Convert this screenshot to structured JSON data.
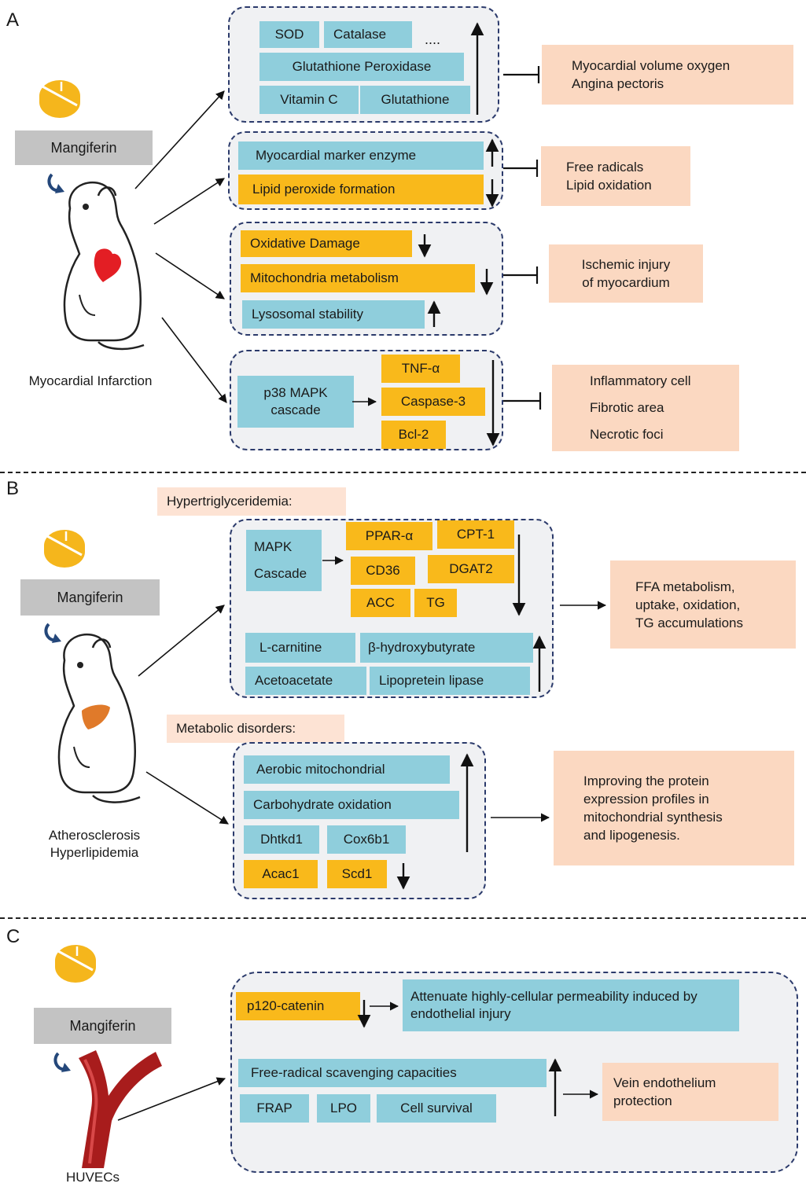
{
  "panels": {
    "a": {
      "label": "A",
      "drug": "Mangiferin",
      "model": "Myocardial Infarction",
      "g1": {
        "sod": "SOD",
        "catalase": "Catalase",
        "dots": "....",
        "gpx": "Glutathione Peroxidase",
        "vitc": "Vitamin C",
        "glutathione": "Glutathione",
        "outcome1": "Myocardial volume oxygen",
        "outcome2": "Angina pectoris"
      },
      "g2": {
        "marker": "Myocardial marker enzyme",
        "lipid": "Lipid peroxide formation",
        "outcome1": "Free radicals",
        "outcome2": "Lipid oxidation"
      },
      "g3": {
        "oxidative": "Oxidative Damage",
        "mito": "Mitochondria metabolism",
        "lysosomal": "Lysosomal stability",
        "outcome1": "Ischemic injury",
        "outcome2": "of myocardium"
      },
      "g4": {
        "p38a": "p38 MAPK",
        "p38b": "cascade",
        "tnf": "TNF-α",
        "casp": "Caspase-3",
        "bcl": "Bcl-2",
        "outcome1": "Inflammatory cell",
        "outcome2": "Fibrotic area",
        "outcome3": "Necrotic foci"
      }
    },
    "b": {
      "label": "B",
      "drug": "Mangiferin",
      "model1": "Atherosclerosis",
      "model2": "Hyperlipidemia",
      "h1": {
        "title": "Hypertriglyceridemia:",
        "mapk1": "MAPK",
        "mapk2": "Cascade",
        "ppar": "PPAR-α",
        "cpt": "CPT-1",
        "cd36": "CD36",
        "dgat": "DGAT2",
        "acc": "ACC",
        "tg": "TG",
        "lcarn": "L-carnitine",
        "bhb": "β-hydroxybutyrate",
        "aceto": "Acetoacetate",
        "lipo": "Lipopretein lipase",
        "outcome1": "FFA metabolism,",
        "outcome2": "uptake, oxidation,",
        "outcome3": "TG accumulations"
      },
      "h2": {
        "title": "Metabolic disorders:",
        "aerobic": "Aerobic mitochondrial",
        "carb": "Carbohydrate oxidation",
        "dhtkd": "Dhtkd1",
        "cox": "Cox6b1",
        "acac": "Acac1",
        "scd": "Scd1",
        "outcome1": "Improving the protein",
        "outcome2": "expression profiles in",
        "outcome3": "mitochondrial synthesis",
        "outcome4": "and lipogenesis."
      }
    },
    "c": {
      "label": "C",
      "drug": "Mangiferin",
      "model": "HUVECs",
      "p120": "p120-catenin",
      "attenuate1": "Attenuate highly-cellular permeability induced by",
      "attenuate2": "endothelial injury",
      "free": "Free-radical scavenging capacities",
      "frap": "FRAP",
      "lpo": "LPO",
      "survival": "Cell survival",
      "outcome1": "Vein endothelium",
      "outcome2": "protection"
    }
  },
  "colors": {
    "blue_box": "#8fcedc",
    "orange_box": "#f9b91b",
    "outcome_box": "#fbd8c1",
    "pill": "#f5b61c",
    "heart": "#e31e24",
    "liver": "#e07a2a",
    "vessel": "#a81c1c"
  }
}
